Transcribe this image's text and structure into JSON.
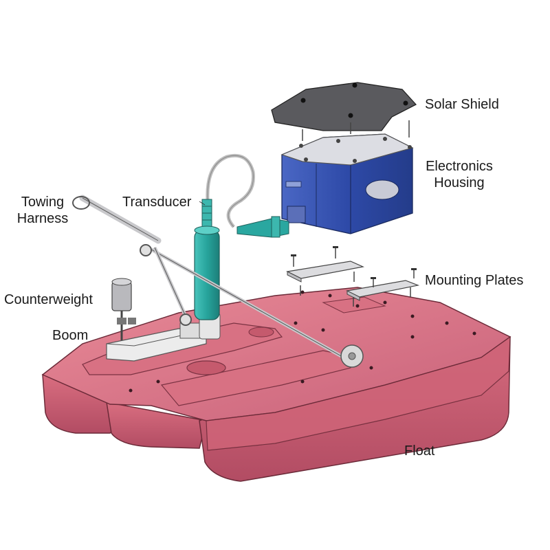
{
  "labels": {
    "solar_shield": "Solar Shield",
    "electronics_housing_line1": "Electronics",
    "electronics_housing_line2": "Housing",
    "towing_harness_line1": "Towing",
    "towing_harness_line2": "Harness",
    "transducer": "Transducer",
    "mounting_plates": "Mounting Plates",
    "counterweight": "Counterweight",
    "boom": "Boom",
    "float": "Float"
  },
  "colors": {
    "float": "#e07a88",
    "float_dark": "#c45a6a",
    "float_light": "#eea0ad",
    "housing": "#3a55b0",
    "housing_top": "#d9d9df",
    "shield": "#4a4a4a",
    "transducer": "#2aa7a0",
    "metal": "#c8c8cc"
  }
}
